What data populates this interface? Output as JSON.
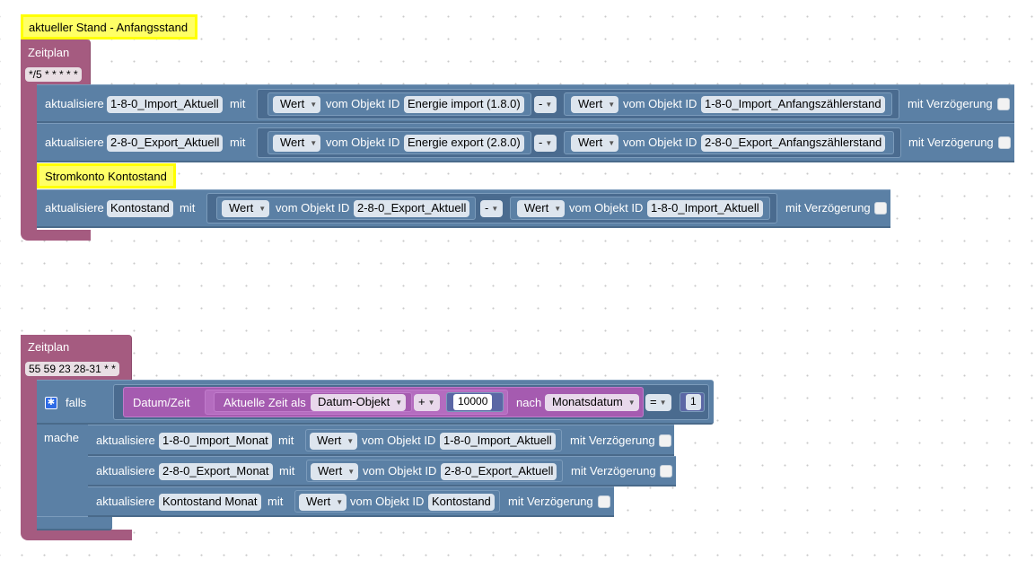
{
  "script1": {
    "comment_top": "aktueller Stand - Anfangsstand",
    "trigger_title": "Zeitplan",
    "cron": "*/5 * * * * *",
    "rows": [
      {
        "action": "aktualisiere",
        "target": "1-8-0_Import_Aktuell",
        "mit": "mit",
        "left_attr": "Wert",
        "vom": "vom Objekt ID",
        "left_obj": "Energie import (1.8.0)",
        "op": "-",
        "right_attr": "Wert",
        "vom2": "vom Objekt ID",
        "right_obj": "1-8-0_Import_Anfangszählerstand",
        "delay": "mit Verzögerung"
      },
      {
        "action": "aktualisiere",
        "target": "2-8-0_Export_Aktuell",
        "mit": "mit",
        "left_attr": "Wert",
        "vom": "vom Objekt ID",
        "left_obj": "Energie export (2.8.0)",
        "op": "-",
        "right_attr": "Wert",
        "vom2": "vom Objekt ID",
        "right_obj": "2-8-0_Export_Anfangszählerstand",
        "delay": "mit Verzögerung"
      }
    ],
    "comment_mid": "Stromkonto Kontostand",
    "row3": {
      "action": "aktualisiere",
      "target": "Kontostand",
      "mit": "mit",
      "left_attr": "Wert",
      "vom": "vom Objekt ID",
      "left_obj": "2-8-0_Export_Aktuell",
      "op": "-",
      "right_attr": "Wert",
      "vom2": "vom Objekt ID",
      "right_obj": "1-8-0_Import_Aktuell",
      "delay": "mit Verzögerung"
    }
  },
  "script2": {
    "trigger_title": "Zeitplan",
    "cron": "55 59 23 28-31 * *",
    "if_label": "falls",
    "do_label": "mache",
    "condition": {
      "datum_label": "Datum/Zeit",
      "time_label": "Aktuelle Zeit als",
      "time_format": "Datum-Objekt",
      "plus_op": "+",
      "number": "10000",
      "nach_label": "nach",
      "unit": "Monatsdatum",
      "eq_op": "=",
      "compare_value": "1"
    },
    "rows": [
      {
        "action": "aktualisiere",
        "target": "1-8-0_Import_Monat",
        "mit": "mit",
        "attr": "Wert",
        "vom": "vom Objekt ID",
        "obj": "1-8-0_Import_Aktuell",
        "delay": "mit Verzögerung"
      },
      {
        "action": "aktualisiere",
        "target": "2-8-0_Export_Monat",
        "mit": "mit",
        "attr": "Wert",
        "vom": "vom Objekt ID",
        "obj": "2-8-0_Export_Aktuell",
        "delay": "mit Verzögerung"
      },
      {
        "action": "aktualisiere",
        "target": "Kontostand Monat",
        "mit": "mit",
        "attr": "Wert",
        "vom": "vom Objekt ID",
        "obj": "Kontostand",
        "delay": "mit Verzögerung"
      }
    ]
  },
  "icons": {
    "dropdown": "dropdown-arrow-icon",
    "gear": "gear-icon",
    "checkbox": "checkbox"
  },
  "colors": {
    "trigger": "#a55b80",
    "action": "#5b80a5",
    "datetime": "#a55bb0",
    "comment": "#ffff66"
  }
}
